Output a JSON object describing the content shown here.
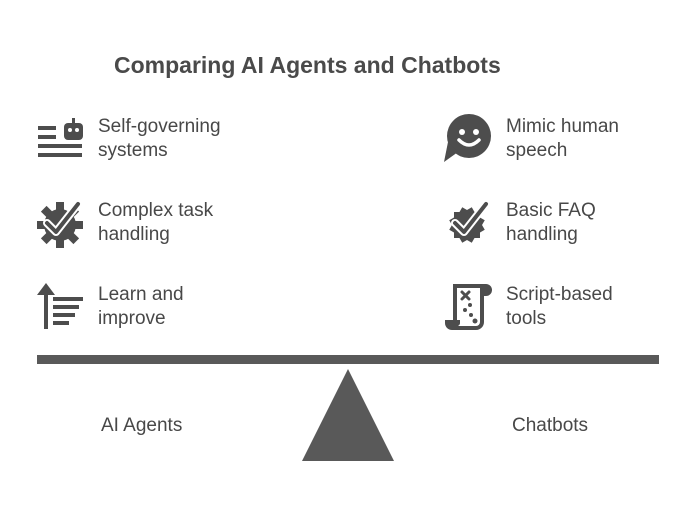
{
  "title": "Comparing AI Agents and Chatbots",
  "colors": {
    "icon": "#4d4d4d",
    "beam": "#595959",
    "text": "#484848"
  },
  "left": {
    "label": "AI Agents",
    "items": [
      {
        "icon": "robot-list-icon",
        "line1": "Self-governing",
        "line2": "systems"
      },
      {
        "icon": "gear-check-icon",
        "line1": "Complex task",
        "line2": "handling"
      },
      {
        "icon": "arrow-lines-icon",
        "line1": "Learn and",
        "line2": "improve"
      }
    ]
  },
  "right": {
    "label": "Chatbots",
    "items": [
      {
        "icon": "smiley-chat-icon",
        "line1": "Mimic human",
        "line2": "speech"
      },
      {
        "icon": "badge-check-icon",
        "line1": "Basic FAQ",
        "line2": "handling"
      },
      {
        "icon": "scroll-map-icon",
        "line1": "Script-based",
        "line2": "tools"
      }
    ]
  }
}
